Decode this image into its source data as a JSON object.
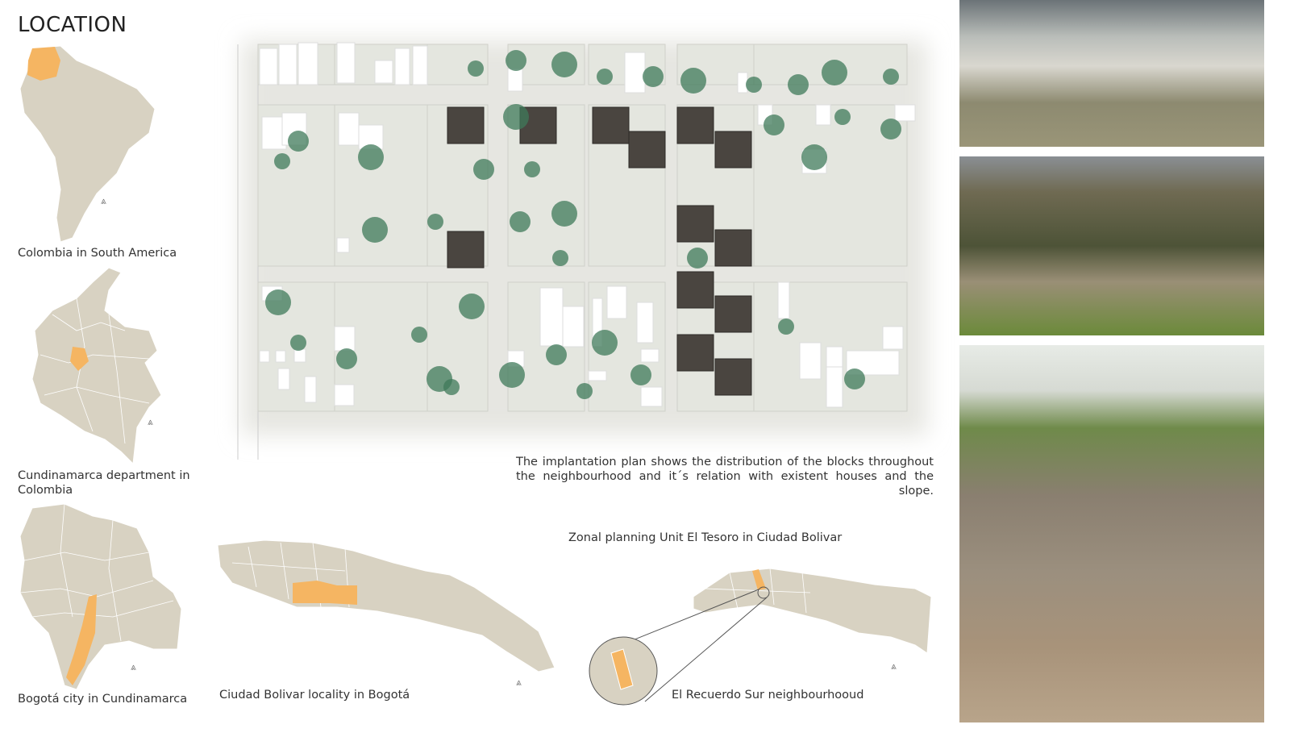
{
  "title": "LOCATION",
  "maps": [
    {
      "id": "south-america",
      "caption": "Colombia in South America"
    },
    {
      "id": "colombia",
      "caption": "Cundinamarca department in Colombia"
    },
    {
      "id": "cundinamarca",
      "caption": "Bogotá city in Cundinamarca"
    },
    {
      "id": "bogota",
      "caption": "Ciudad Bolivar locality in Bogotá"
    },
    {
      "id": "ciudad-bolivar",
      "caption": "El Recuerdo Sur neighbourhooud",
      "subtitle": "Zonal planning Unit El Tesoro in Ciudad Bolivar"
    }
  ],
  "plan": {
    "description": "The implantation plan shows the distribution of the blocks throughout the neighbourhood and it´s relation with existent houses and the slope."
  },
  "colors": {
    "land": "#d8d2c2",
    "highlight": "#f5b562",
    "tree": "#3f7a5a",
    "block": "#4a4540",
    "ground": "#e4e6df"
  }
}
